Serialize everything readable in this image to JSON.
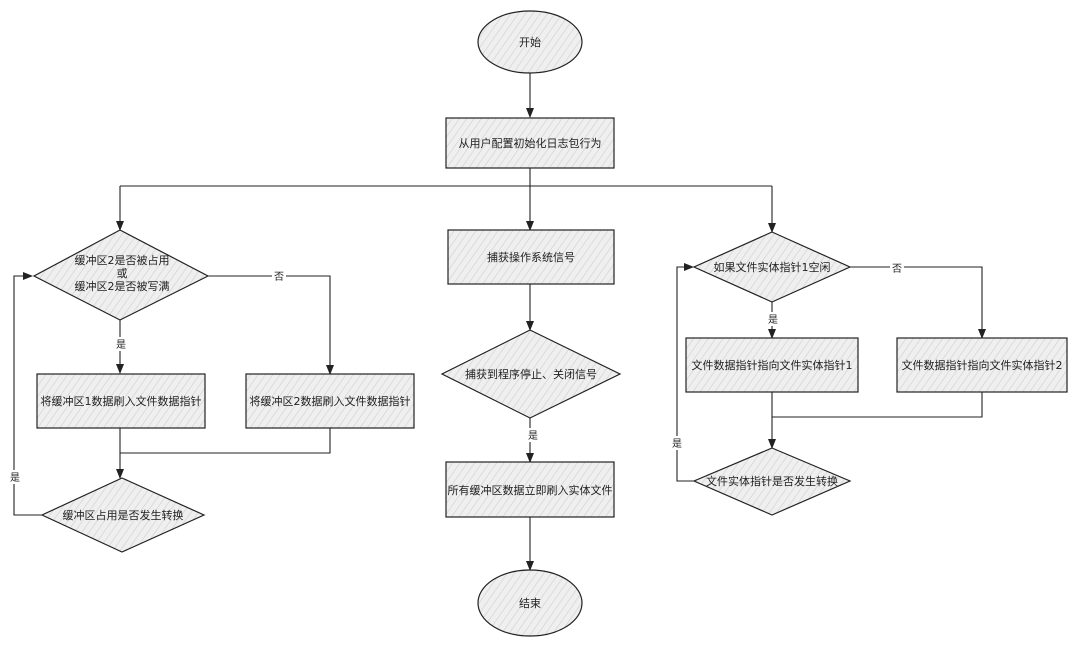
{
  "nodes": {
    "start": "开始",
    "init": "从用户配置初始化日志包行为",
    "dec_buf2_line1": "缓冲区2是否被占用",
    "dec_buf2_line2": "或",
    "dec_buf2_line3": "缓冲区2是否被写满",
    "flush_buf1": "将缓冲区1数据刷入文件数据指针",
    "flush_buf2": "将缓冲区2数据刷入文件数据指针",
    "dec_switch_buf": "缓冲区占用是否发生转换",
    "capture_signal": "捕获操作系统信号",
    "dec_stop_signal": "捕获到程序停止、关闭信号",
    "flush_all": "所有缓冲区数据立即刷入实体文件",
    "end": "结束",
    "dec_ptr1_idle": "如果文件实体指针1空闲",
    "point_ptr1": "文件数据指针指向文件实体指针1",
    "point_ptr2": "文件数据指针指向文件实体指针2",
    "dec_switch_ptr": "文件实体指针是否发生转换"
  },
  "edge_labels": {
    "buf2_no": "否",
    "buf2_yes": "是",
    "switch_buf_yes": "是",
    "stop_yes": "是",
    "ptr1_no": "否",
    "ptr1_yes": "是",
    "switch_ptr_yes": "是"
  }
}
